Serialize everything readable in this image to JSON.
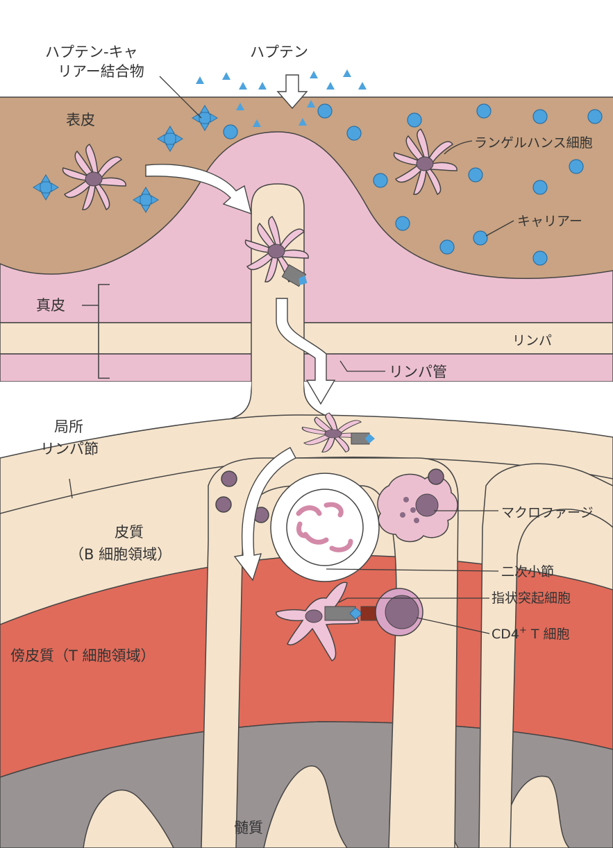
{
  "labels": {
    "hapten_carrier_1": "ハプテン-キャ",
    "hapten_carrier_2": "リアー結合物",
    "hapten": "ハプテン",
    "epidermis": "表皮",
    "langerhans": "ランゲルハンス細胞",
    "carrier": "キャリアー",
    "dermis": "真皮",
    "lymph": "リンパ",
    "lymph_vessel": "リンパ管",
    "local_node_1": "局所",
    "local_node_2": "リンパ節",
    "cortex_1": "皮質",
    "cortex_2": "（B 細胞領域）",
    "macrophage": "マクロファージ",
    "secondary_nodule": "二次小節",
    "interdigitating": "指状突起細胞",
    "cd4_main": "CD4",
    "cd4_sup": "+",
    "cd4_tail": "T 細胞",
    "paracortex": "傍皮質（T 細胞領域）",
    "medulla": "髄質"
  },
  "colors": {
    "epidermis": "#c9a383",
    "dermis": "#ecbfd0",
    "lymph_fluid": "#f5e3cb",
    "paracortex": "#e06b5a",
    "medulla": "#9a9394",
    "carrier_blue": "#4da3de",
    "langerhans_pink": "#f0c4d8",
    "nucleus": "#8a6b86",
    "outline": "#444444"
  },
  "icons": {
    "arrow": "white-curved-arrow",
    "hapten": "blue-triangle",
    "carrier": "blue-circle"
  }
}
